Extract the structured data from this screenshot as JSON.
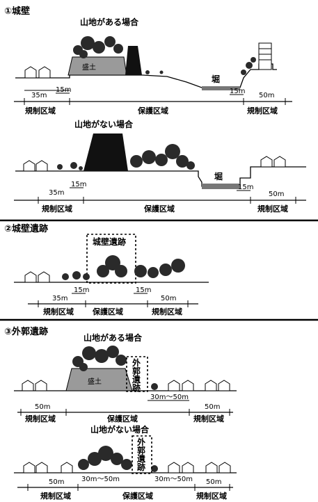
{
  "section1": {
    "heading": "①城壁",
    "case_mountain": "山地がある場合",
    "case_no_mountain": "山地がない場合",
    "mound_label": "盛土",
    "moat_label": "堀",
    "dim_35": "35m",
    "dim_15": "15m",
    "dim_50": "50m",
    "zone_regulation": "規制区域",
    "zone_protection": "保護区域"
  },
  "section2": {
    "heading": "②城壁遺跡",
    "remains_label": "城壁遺跡",
    "dim_35": "35m",
    "dim_15": "15m",
    "dim_50": "50m",
    "zone_regulation": "規制区域",
    "zone_protection": "保護区域"
  },
  "section3": {
    "heading": "③外郭遺跡",
    "case_mountain": "山地がある場合",
    "case_no_mountain": "山地がない場合",
    "outer_remains_label": "外郭遺跡",
    "mound_label": "盛土",
    "dim_50": "50m",
    "dim_30_50": "30m～50m",
    "zone_regulation": "規制区域",
    "zone_protection": "保護区域"
  }
}
